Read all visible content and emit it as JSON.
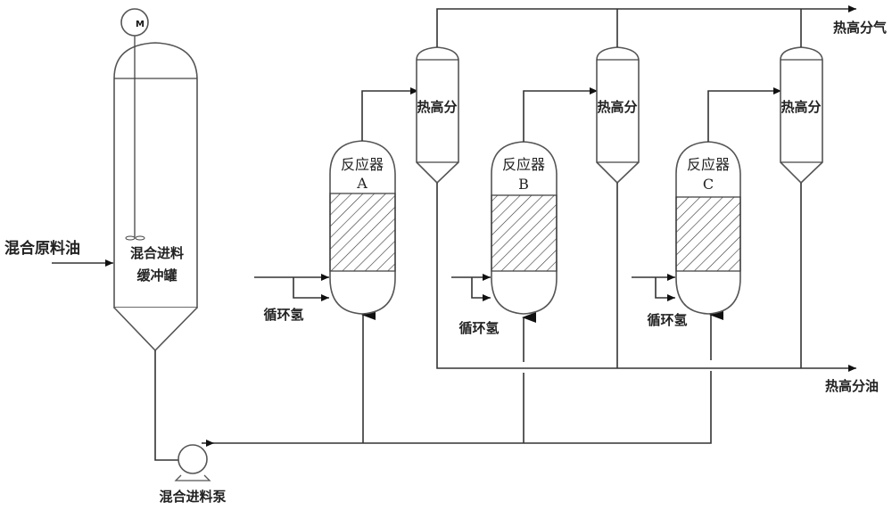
{
  "diagram": {
    "feed": {
      "label": "混合原料油"
    },
    "buffer_tank": {
      "line1": "混合进料",
      "line2": "缓冲罐",
      "motor_symbol": "M"
    },
    "pump": {
      "label": "混合进料泵"
    },
    "reactors": [
      {
        "name": "反应器",
        "id": "A",
        "hydrogen_label": "循环氢"
      },
      {
        "name": "反应器",
        "id": "B",
        "hydrogen_label": "循环氢"
      },
      {
        "name": "反应器",
        "id": "C",
        "hydrogen_label": "循环氢"
      }
    ],
    "separators": [
      {
        "label": "热高分"
      },
      {
        "label": "热高分"
      },
      {
        "label": "热高分"
      }
    ],
    "outputs": {
      "gas": "热高分气",
      "oil": "热高分油"
    }
  }
}
